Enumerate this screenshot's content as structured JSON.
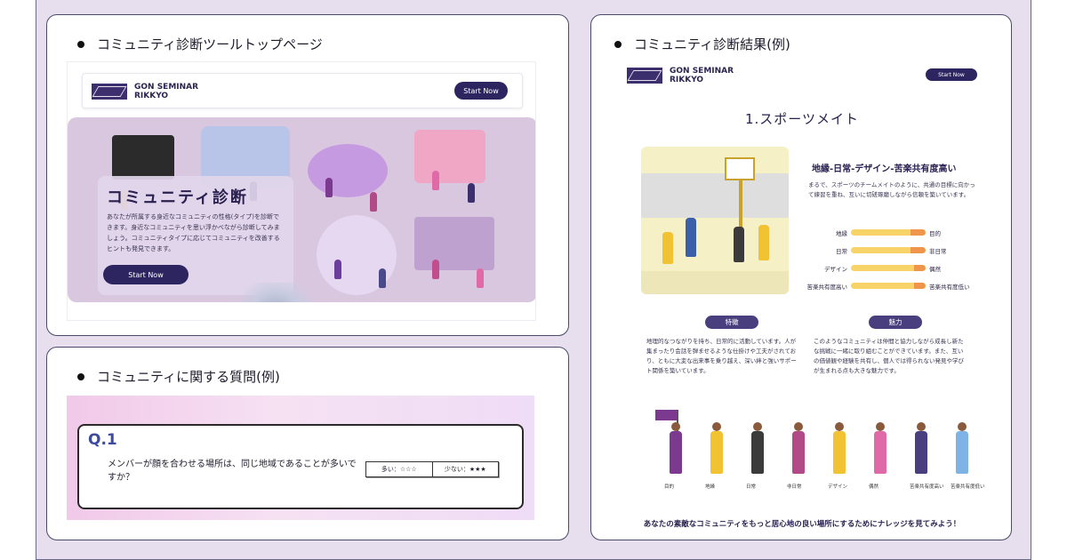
{
  "cards": {
    "top": {
      "title": "コミュニティ診断ツールトップページ"
    },
    "question": {
      "title": "コミュニティに関する質問(例)"
    },
    "result": {
      "title": "コミュニティ診断結果(例)"
    }
  },
  "brand": {
    "line1": "GON SEMINAR",
    "line2": "RIKKYO",
    "cta": "Start Now"
  },
  "hero": {
    "title": "コミュニティ診断",
    "description": "あなたが所属する身近なコミュニティの性格(タイプ)を診断できます。身近なコミュニティを思い浮かべながら診断してみましょう。コミュニティタイプに応じてコミュニティを改善するヒントも発見できます。",
    "button": "Start Now"
  },
  "question": {
    "number": "Q.1",
    "text": "メンバーが顔を合わせる場所は、同じ地域であることが多いですか？",
    "answer_left": "多い：☆☆☆",
    "answer_right": "少ない：★★★"
  },
  "result": {
    "heading": "1.スポーツメイト",
    "type_title": "地縁-日常-デザイン-苦楽共有度高い",
    "type_desc": "まるで、スポーツのチームメイトのように、共通の目標に向かって練習を重ね、互いに切磋琢磨しながら信頼を築いています。",
    "meters": [
      {
        "left": "地縁",
        "right": "目的",
        "value": 0.8
      },
      {
        "left": "日常",
        "right": "非日常",
        "value": 0.8
      },
      {
        "left": "デザイン",
        "right": "偶然",
        "value": 0.85
      },
      {
        "left": "苦楽共有度高い",
        "right": "苦楽共有度低い",
        "value": 0.85
      }
    ],
    "feature_label": "特徴",
    "feature_text": "地理的なつながりを持ち、日常的に活動しています。人が集まったり会話を弾ませるような仕掛けや工夫がされており、ともに大変な出来事を乗り越え、深い絆と強いサポート関係を築いています。",
    "charm_label": "魅力",
    "charm_text": "このようなコミュニティは仲間と協力しながら成長し新たな挑戦に一緒に取り組むことができています。また、互いの価値観や経験を共有し、個人では得られない発見や学びが生まれる点も大きな魅力です。",
    "crowd_labels": [
      "目的",
      "地縁",
      "日常",
      "非日常",
      "デザイン",
      "偶然",
      "苦楽共有度高い",
      "苦楽共有度低い"
    ],
    "footer": "あなたの素敵なコミュニティをもっと居心地の良い場所にするためにナレッジを見てみよう！"
  }
}
